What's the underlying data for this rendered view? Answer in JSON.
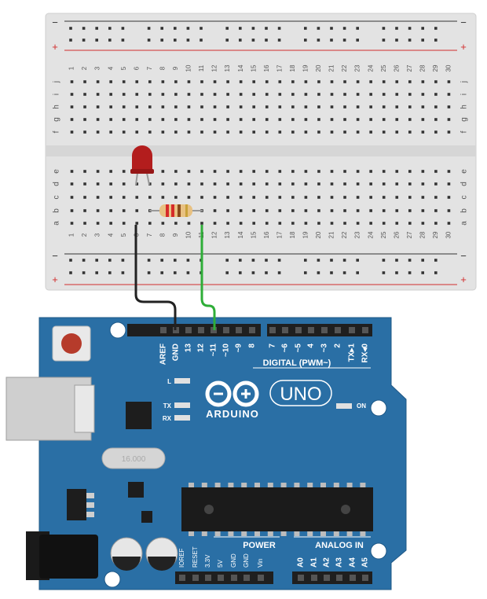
{
  "breadboard": {
    "rails": {
      "minus": "−",
      "plus": "+"
    },
    "columns": [
      "1",
      "2",
      "3",
      "4",
      "5",
      "6",
      "7",
      "8",
      "9",
      "10",
      "11",
      "12",
      "13",
      "14",
      "15",
      "16",
      "17",
      "18",
      "19",
      "20",
      "21",
      "22",
      "23",
      "24",
      "25",
      "26",
      "27",
      "28",
      "29",
      "30"
    ],
    "rows_top": [
      "j",
      "i",
      "h",
      "g",
      "f"
    ],
    "rows_bottom": [
      "e",
      "d",
      "c",
      "b",
      "a"
    ]
  },
  "arduino": {
    "logo_text": "ARDUINO",
    "model": "UNO",
    "crystal_label": "16.000",
    "digital_header": "DIGITAL (PWM~)",
    "digital_pins": [
      "AREF",
      "GND",
      "13",
      "12",
      "~11",
      "~10",
      "~9",
      "8",
      "7",
      "~6",
      "~5",
      "4",
      "~3",
      "2",
      "TX▸1",
      "RX◂0"
    ],
    "led_labels": {
      "l": "L",
      "tx": "TX",
      "rx": "RX",
      "on": "ON"
    },
    "power_header": "POWER",
    "power_pins": [
      "IOREF",
      "RESET",
      "3.3V",
      "5V",
      "GND",
      "GND",
      "Vin"
    ],
    "analog_header": "ANALOG IN",
    "analog_pins": [
      "A0",
      "A1",
      "A2",
      "A3",
      "A4",
      "A5"
    ]
  },
  "colors": {
    "board": "#2a6fa5",
    "breadboard": "#e3e3e3",
    "rail_red": "#d12d2d",
    "wire_black": "#222222",
    "wire_green": "#2fae38",
    "led_red": "#b31d1d"
  },
  "components": {
    "led": "led-red",
    "resistor": "resistor",
    "wires": [
      "black-wire-gnd",
      "green-wire-pin11"
    ]
  }
}
